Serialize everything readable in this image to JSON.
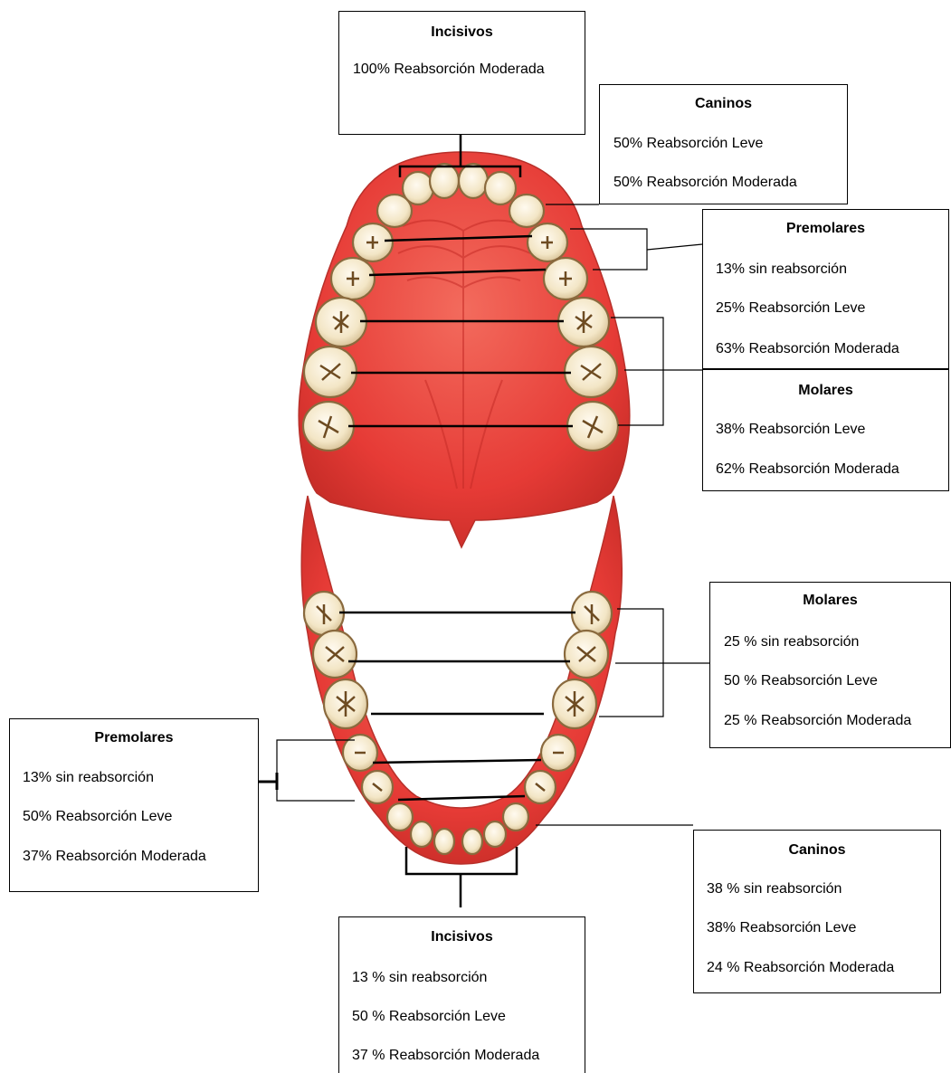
{
  "colors": {
    "gum": "#e63b36",
    "gum_light": "#f36b5d",
    "gum_dark": "#a3221d",
    "tooth": "#f6ecd2",
    "tooth_edge": "#8a6a3e",
    "line": "#000000"
  },
  "labels": {
    "upper_incisivos": {
      "title": "Incisivos",
      "lines": [
        "100% Reabsorción Moderada"
      ]
    },
    "upper_caninos": {
      "title": "Caninos",
      "lines": [
        "50% Reabsorción Leve",
        "50% Reabsorción Moderada"
      ]
    },
    "upper_premolares": {
      "title": "Premolares",
      "lines": [
        "13% sin reabsorción",
        "25% Reabsorción Leve",
        "63% Reabsorción Moderada"
      ]
    },
    "upper_molares": {
      "title": "Molares",
      "lines": [
        "38% Reabsorción Leve",
        "62% Reabsorción Moderada"
      ]
    },
    "lower_molares": {
      "title": "Molares",
      "lines": [
        "25 % sin reabsorción",
        "50 % Reabsorción Leve",
        "25 % Reabsorción Moderada"
      ]
    },
    "lower_premolares": {
      "title": "Premolares",
      "lines": [
        "13% sin reabsorción",
        "50% Reabsorción Leve",
        "37% Reabsorción Moderada"
      ]
    },
    "lower_caninos": {
      "title": "Caninos",
      "lines": [
        "38 % sin reabsorción",
        "38% Reabsorción Leve",
        "24 % Reabsorción Moderada"
      ]
    },
    "lower_incisivos": {
      "title": "Incisivos",
      "lines": [
        "13 % sin reabsorción",
        "50 % Reabsorción Leve",
        "37 % Reabsorción Moderada"
      ]
    }
  }
}
